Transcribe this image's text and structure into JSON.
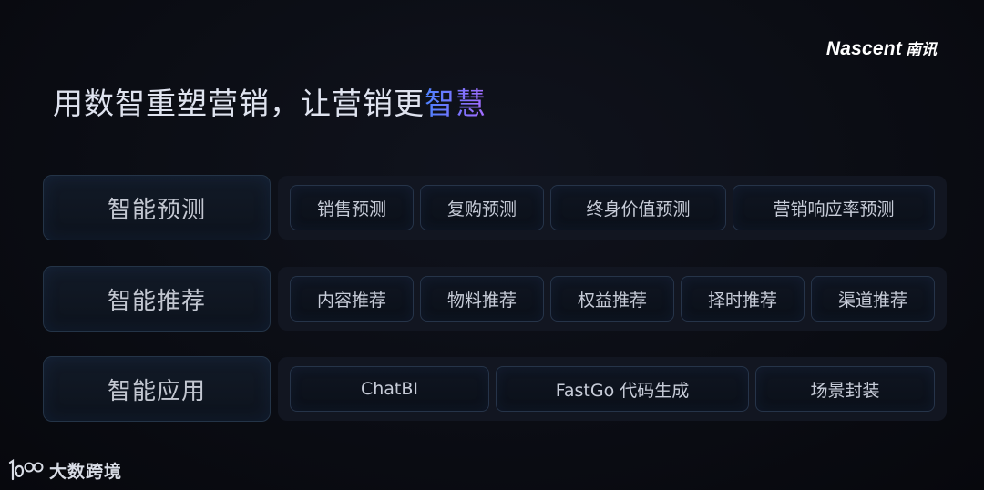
{
  "brand": {
    "name_en": "Nascent",
    "name_cn": "南讯"
  },
  "headline": {
    "prefix": "用数智重塑营销，让营销更",
    "highlight": "智慧"
  },
  "rows": [
    {
      "label": "智能预测",
      "items": [
        "销售预测",
        "复购预测",
        "终身价值预测",
        "营销响应率预测"
      ]
    },
    {
      "label": "智能推荐",
      "items": [
        "内容推荐",
        "物料推荐",
        "权益推荐",
        "择时推荐",
        "渠道推荐"
      ]
    },
    {
      "label": "智能应用",
      "items": [
        "ChatBI",
        "FastGo 代码生成",
        "场景封装"
      ]
    }
  ],
  "watermark": {
    "text": "大数跨境"
  },
  "colors": {
    "highlight_start": "#4d82ff",
    "highlight_end": "#a66cff",
    "background": "#0b0d14"
  }
}
